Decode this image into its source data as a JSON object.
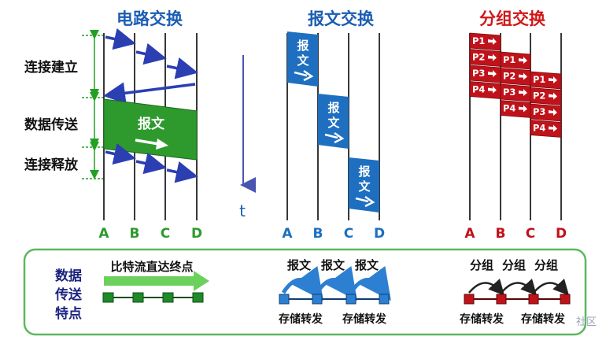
{
  "titles": {
    "circuit": "电路交换",
    "message": "报文交换",
    "packet": "分组交换"
  },
  "phases": {
    "setup": "连接建立",
    "transfer": "数据传送",
    "release": "连接释放"
  },
  "time_axis_label": "t",
  "nodes": [
    "A",
    "B",
    "C",
    "D"
  ],
  "message_block_label": [
    "报",
    "文"
  ],
  "circuit_block_label": "报文",
  "packets": {
    "p1": "P1",
    "p2": "P2",
    "p3": "P3",
    "p4": "P4"
  },
  "features": {
    "title_lines": [
      "数据",
      "传送",
      "特点"
    ],
    "circuit_label": "比特流直达终点",
    "message_label": "报文",
    "packet_label": "分组",
    "store_forward": "存储转发"
  },
  "watermark": "社区",
  "colors": {
    "green": "#2e9a2e",
    "blue": "#1e6fc0",
    "red": "#c0121a",
    "title_blue": "#1a5db3",
    "title_red": "#d01818",
    "dark_blue": "#1a237e",
    "arrow_blue": "#2b3fb3",
    "box_green": "#5cb85c"
  }
}
